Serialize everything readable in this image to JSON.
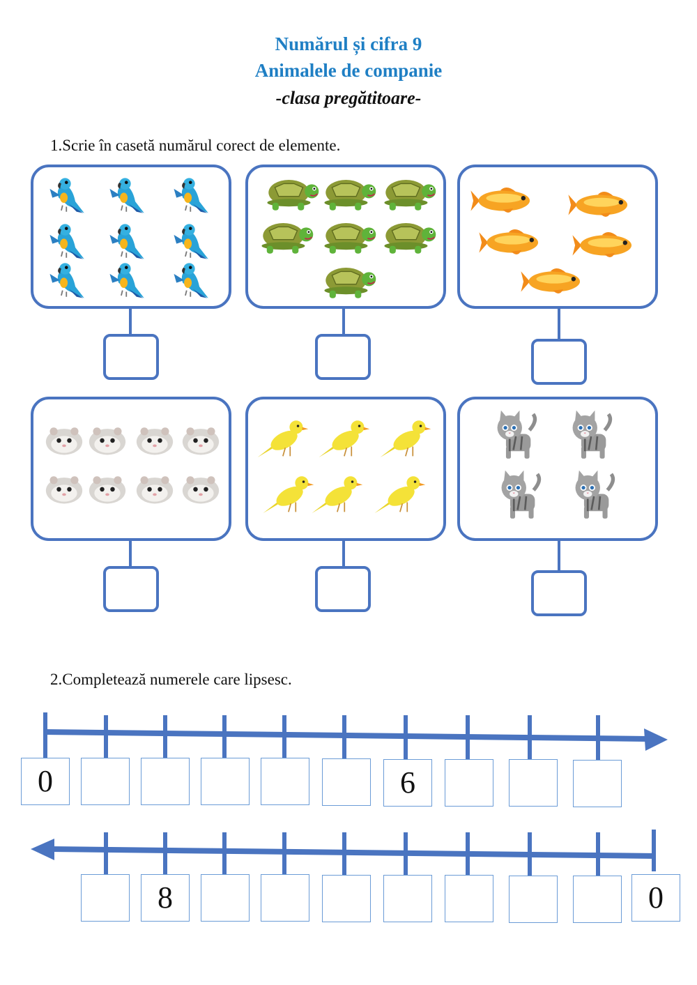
{
  "header": {
    "line1": "Numărul și cifra 9",
    "line2": "Animalele de companie",
    "line3": "-clasa pregătitoare-"
  },
  "exercise1": {
    "instruction": "1.Scrie în casetă numărul corect de elemente.",
    "groups": [
      {
        "animal": "parrot-icon",
        "count": 9
      },
      {
        "animal": "turtle-icon",
        "count": 7
      },
      {
        "animal": "goldfish-icon",
        "count": 5
      },
      {
        "animal": "hamster-icon",
        "count": 8
      },
      {
        "animal": "canary-icon",
        "count": 6
      },
      {
        "animal": "cat-icon",
        "count": 4
      }
    ]
  },
  "exercise2": {
    "instruction": "2.Completează numerele care lipsesc.",
    "line1": [
      "0",
      "",
      "",
      "",
      "",
      "",
      "6",
      "",
      "",
      ""
    ],
    "line2": [
      "",
      "8",
      "",
      "",
      "",
      "",
      "",
      "",
      "",
      "0"
    ]
  },
  "colors": {
    "title": "#1f7fc4",
    "frame": "#4a74c0",
    "number_line": "#4a74c0",
    "box_border": "#6a9bd6"
  }
}
